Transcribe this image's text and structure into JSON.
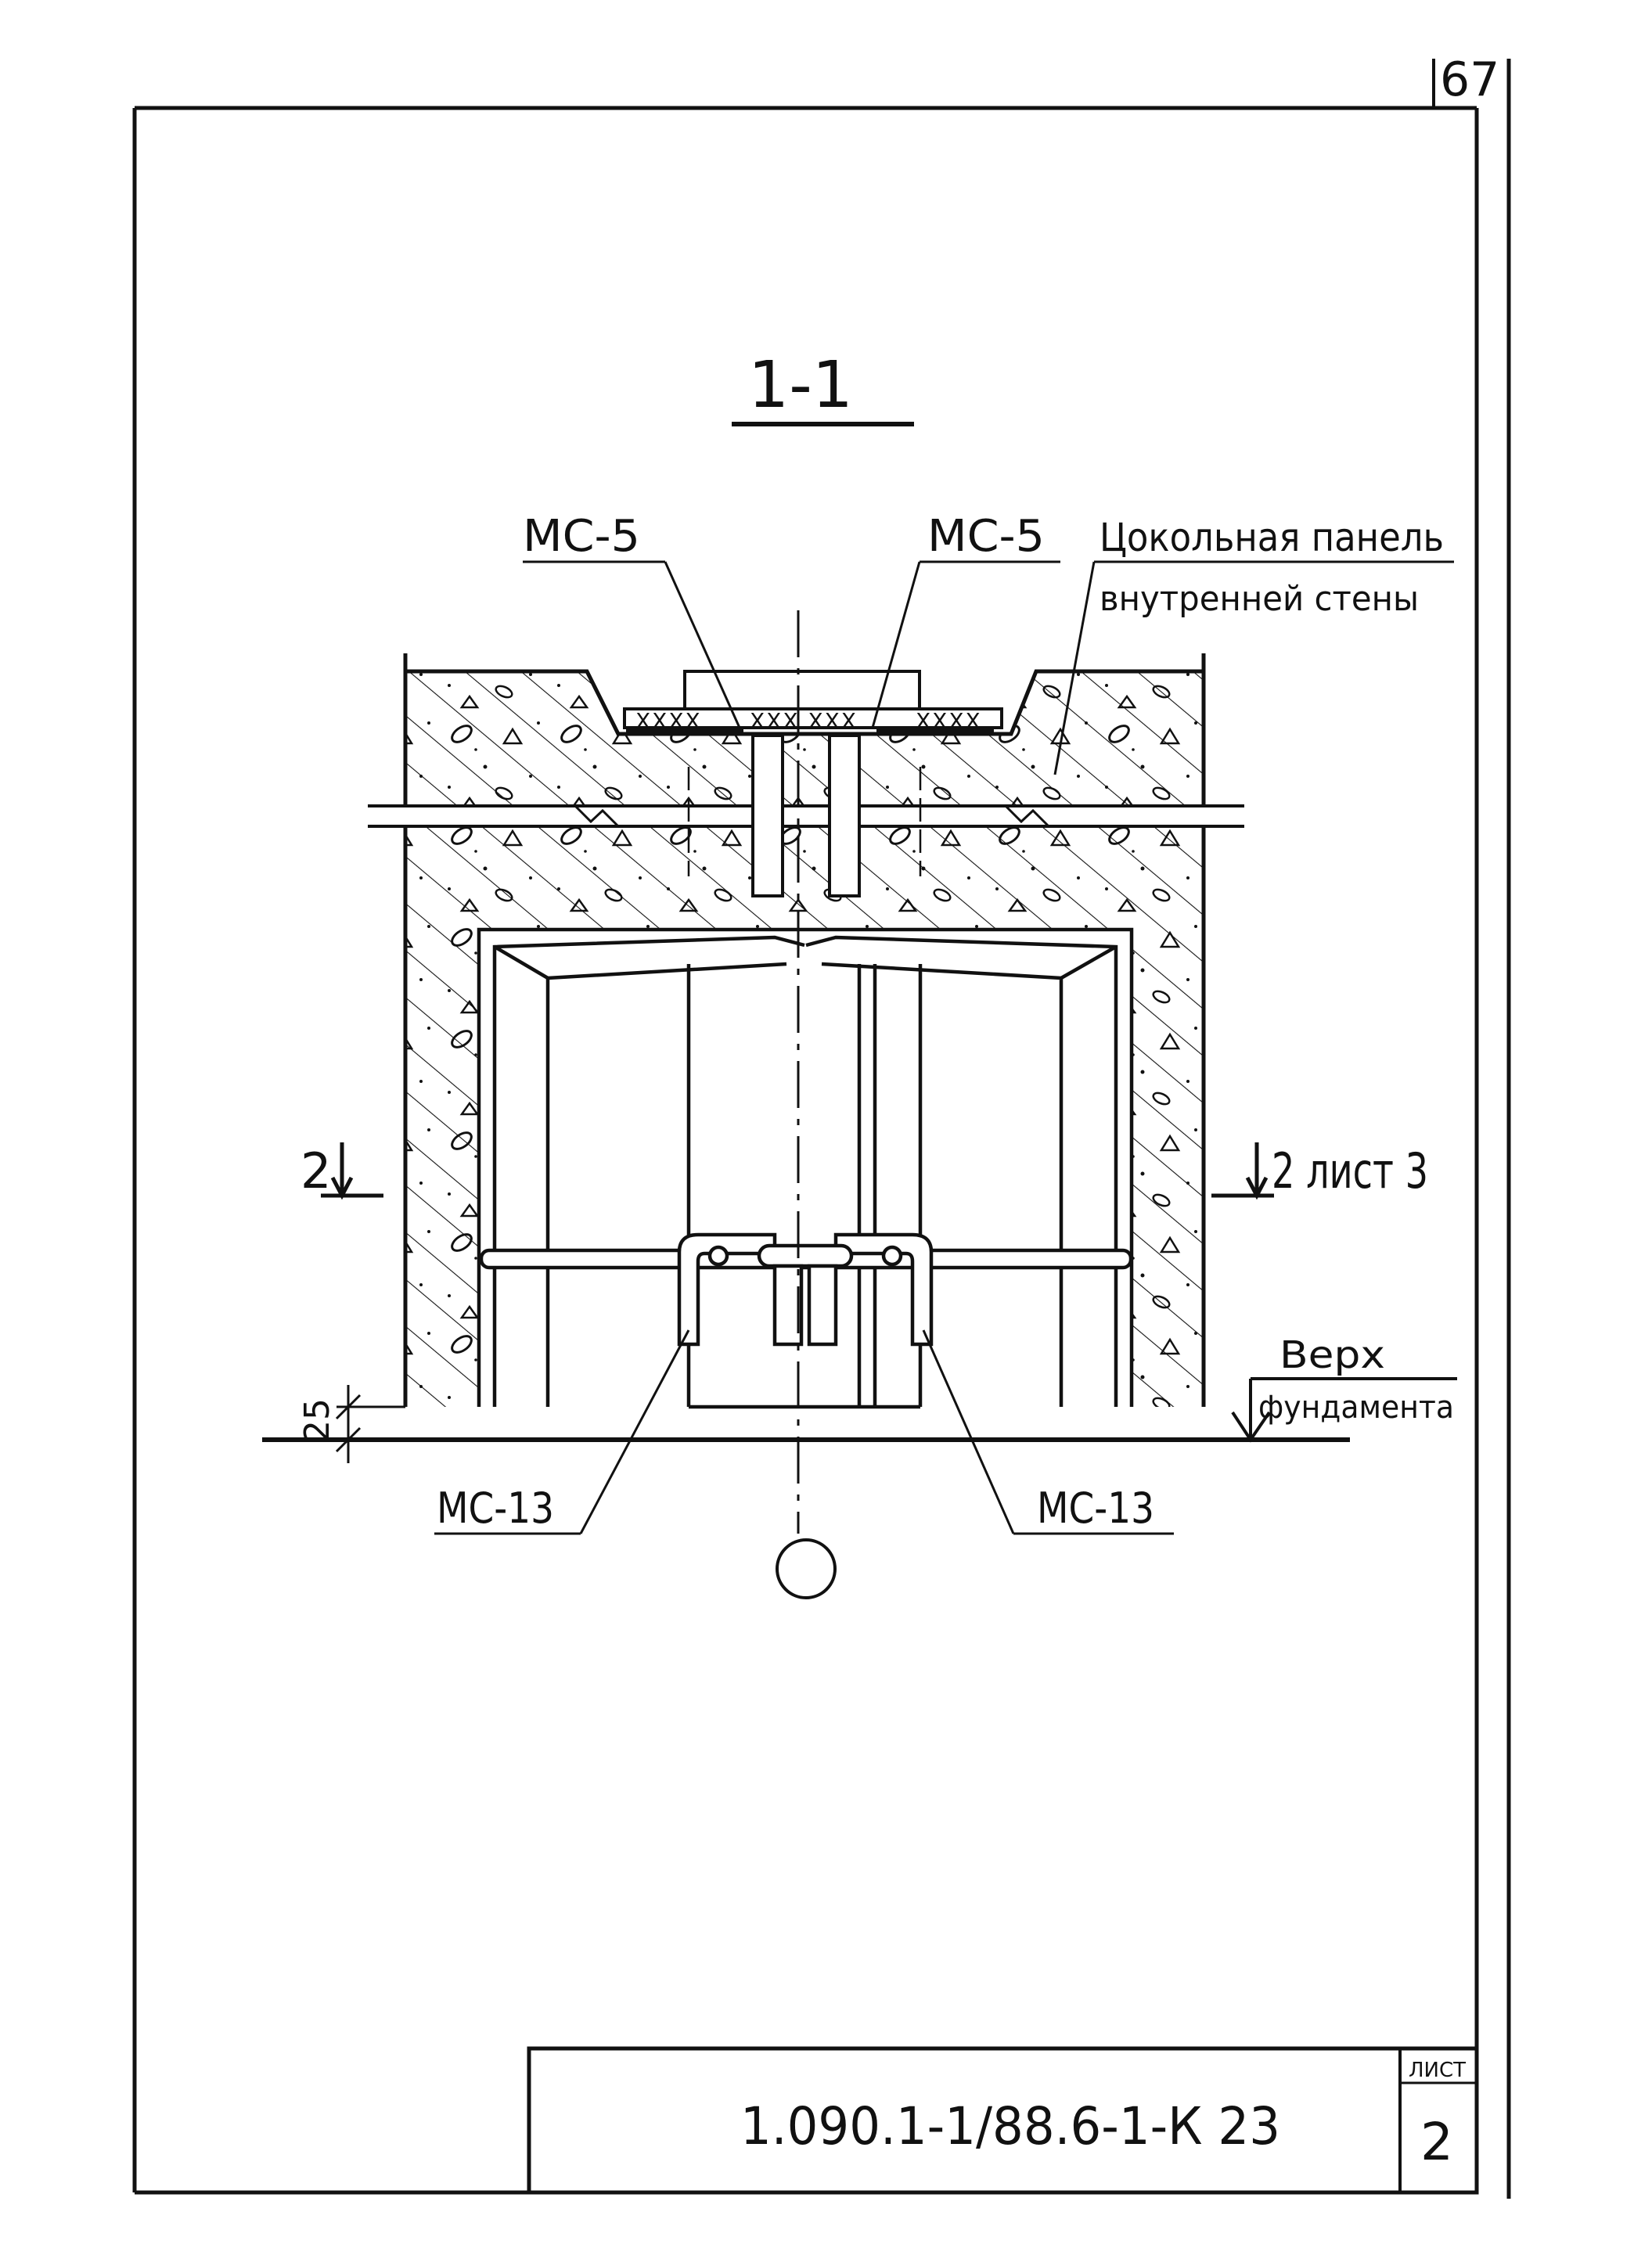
{
  "sheet": {
    "page_number": "67",
    "document_code": "1.090.1-1/88.6-1-К 23",
    "sheet_label": "ЛИСТ",
    "sheet_number": "2"
  },
  "section": {
    "title": "1-1"
  },
  "labels": {
    "mc5_left": "МС-5",
    "mc5_right": "МС-5",
    "panel_line1": "Цокольная панель",
    "panel_line2": "внутренней стены",
    "mc13_left": "МС-13",
    "mc13_right": "МС-13",
    "cut_left": "2",
    "cut_right": "2 лист 3",
    "foundation_line1": "Верх",
    "foundation_line2": "фундамента",
    "dimension_25": "25"
  },
  "colors": {
    "ink": "#111111",
    "paper": "#ffffff"
  }
}
